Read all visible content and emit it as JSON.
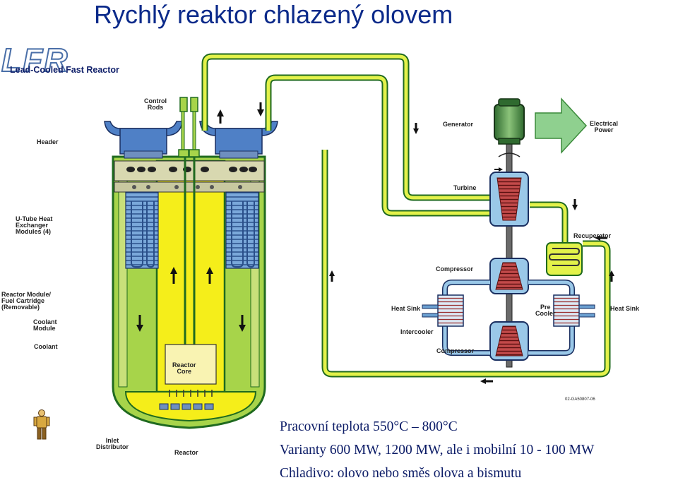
{
  "title": "Rychlý reaktor chlazený olovem",
  "logo": {
    "acronym": "LFR",
    "subtitle": "Lead-Cooled Fast Reactor"
  },
  "labels": {
    "control_rods": "Control\nRods",
    "header": "Header",
    "u_tube": "U-Tube Heat\nExchanger\nModules (4)",
    "reactor_module": "Reactor Module/\nFuel Cartridge\n(Removable)",
    "coolant_module": "Coolant\nModule",
    "coolant": "Coolant",
    "reactor_core": "Reactor\nCore",
    "inlet_distributor": "Inlet\nDistributor",
    "reactor": "Reactor",
    "generator": "Generator",
    "electrical_power": "Electrical\nPower",
    "turbine": "Turbine",
    "recuperator": "Recuperator",
    "compressor_top": "Compressor",
    "heat_sink_left": "Heat Sink",
    "pre_cooler": "Pre\nCooler",
    "heat_sink_right": "Heat Sink",
    "intercooler": "Intercooler",
    "compressor_bottom": "Compressor",
    "figure_id": "02-GA50807-06"
  },
  "info": {
    "line1": "Pracovní teplota 550°C – 800°C",
    "line2": "Varianty 600 MW, 1200 MW, ale i mobilní 10 - 100 MW",
    "line3": "Chladivo:  olovo nebo směs olova a bismutu"
  },
  "colors": {
    "lead_yellow": "#f5ee1a",
    "vessel_green": "#a7d44a",
    "outline": "#1f6a1f",
    "hx_blue": "#4f80c6",
    "water_blue": "#9ac8e8",
    "power_arrow": "#8fd08f"
  }
}
